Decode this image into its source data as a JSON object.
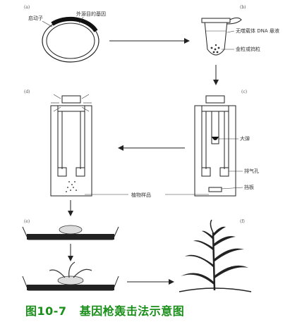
{
  "panels": {
    "a": "(a)",
    "b": "(b)",
    "c": "(c)",
    "d": "(d)",
    "e": "(e)",
    "f": "(f)"
  },
  "labels": {
    "promoter": "启动子",
    "foreign_gene": "外源目的基因",
    "dna_suspension": "无噬载体 DNA 悬液",
    "gold_tungsten": "金粒或钨粒",
    "bullet": "大弹",
    "vent": "排气孔",
    "stop_plate": "挡板",
    "plant_sample": "植物样品"
  },
  "caption": {
    "figure_no": "图10-7",
    "title": "基因枪轰击法示意图"
  },
  "colors": {
    "caption": "#1a8f1a",
    "line": "#222222"
  }
}
